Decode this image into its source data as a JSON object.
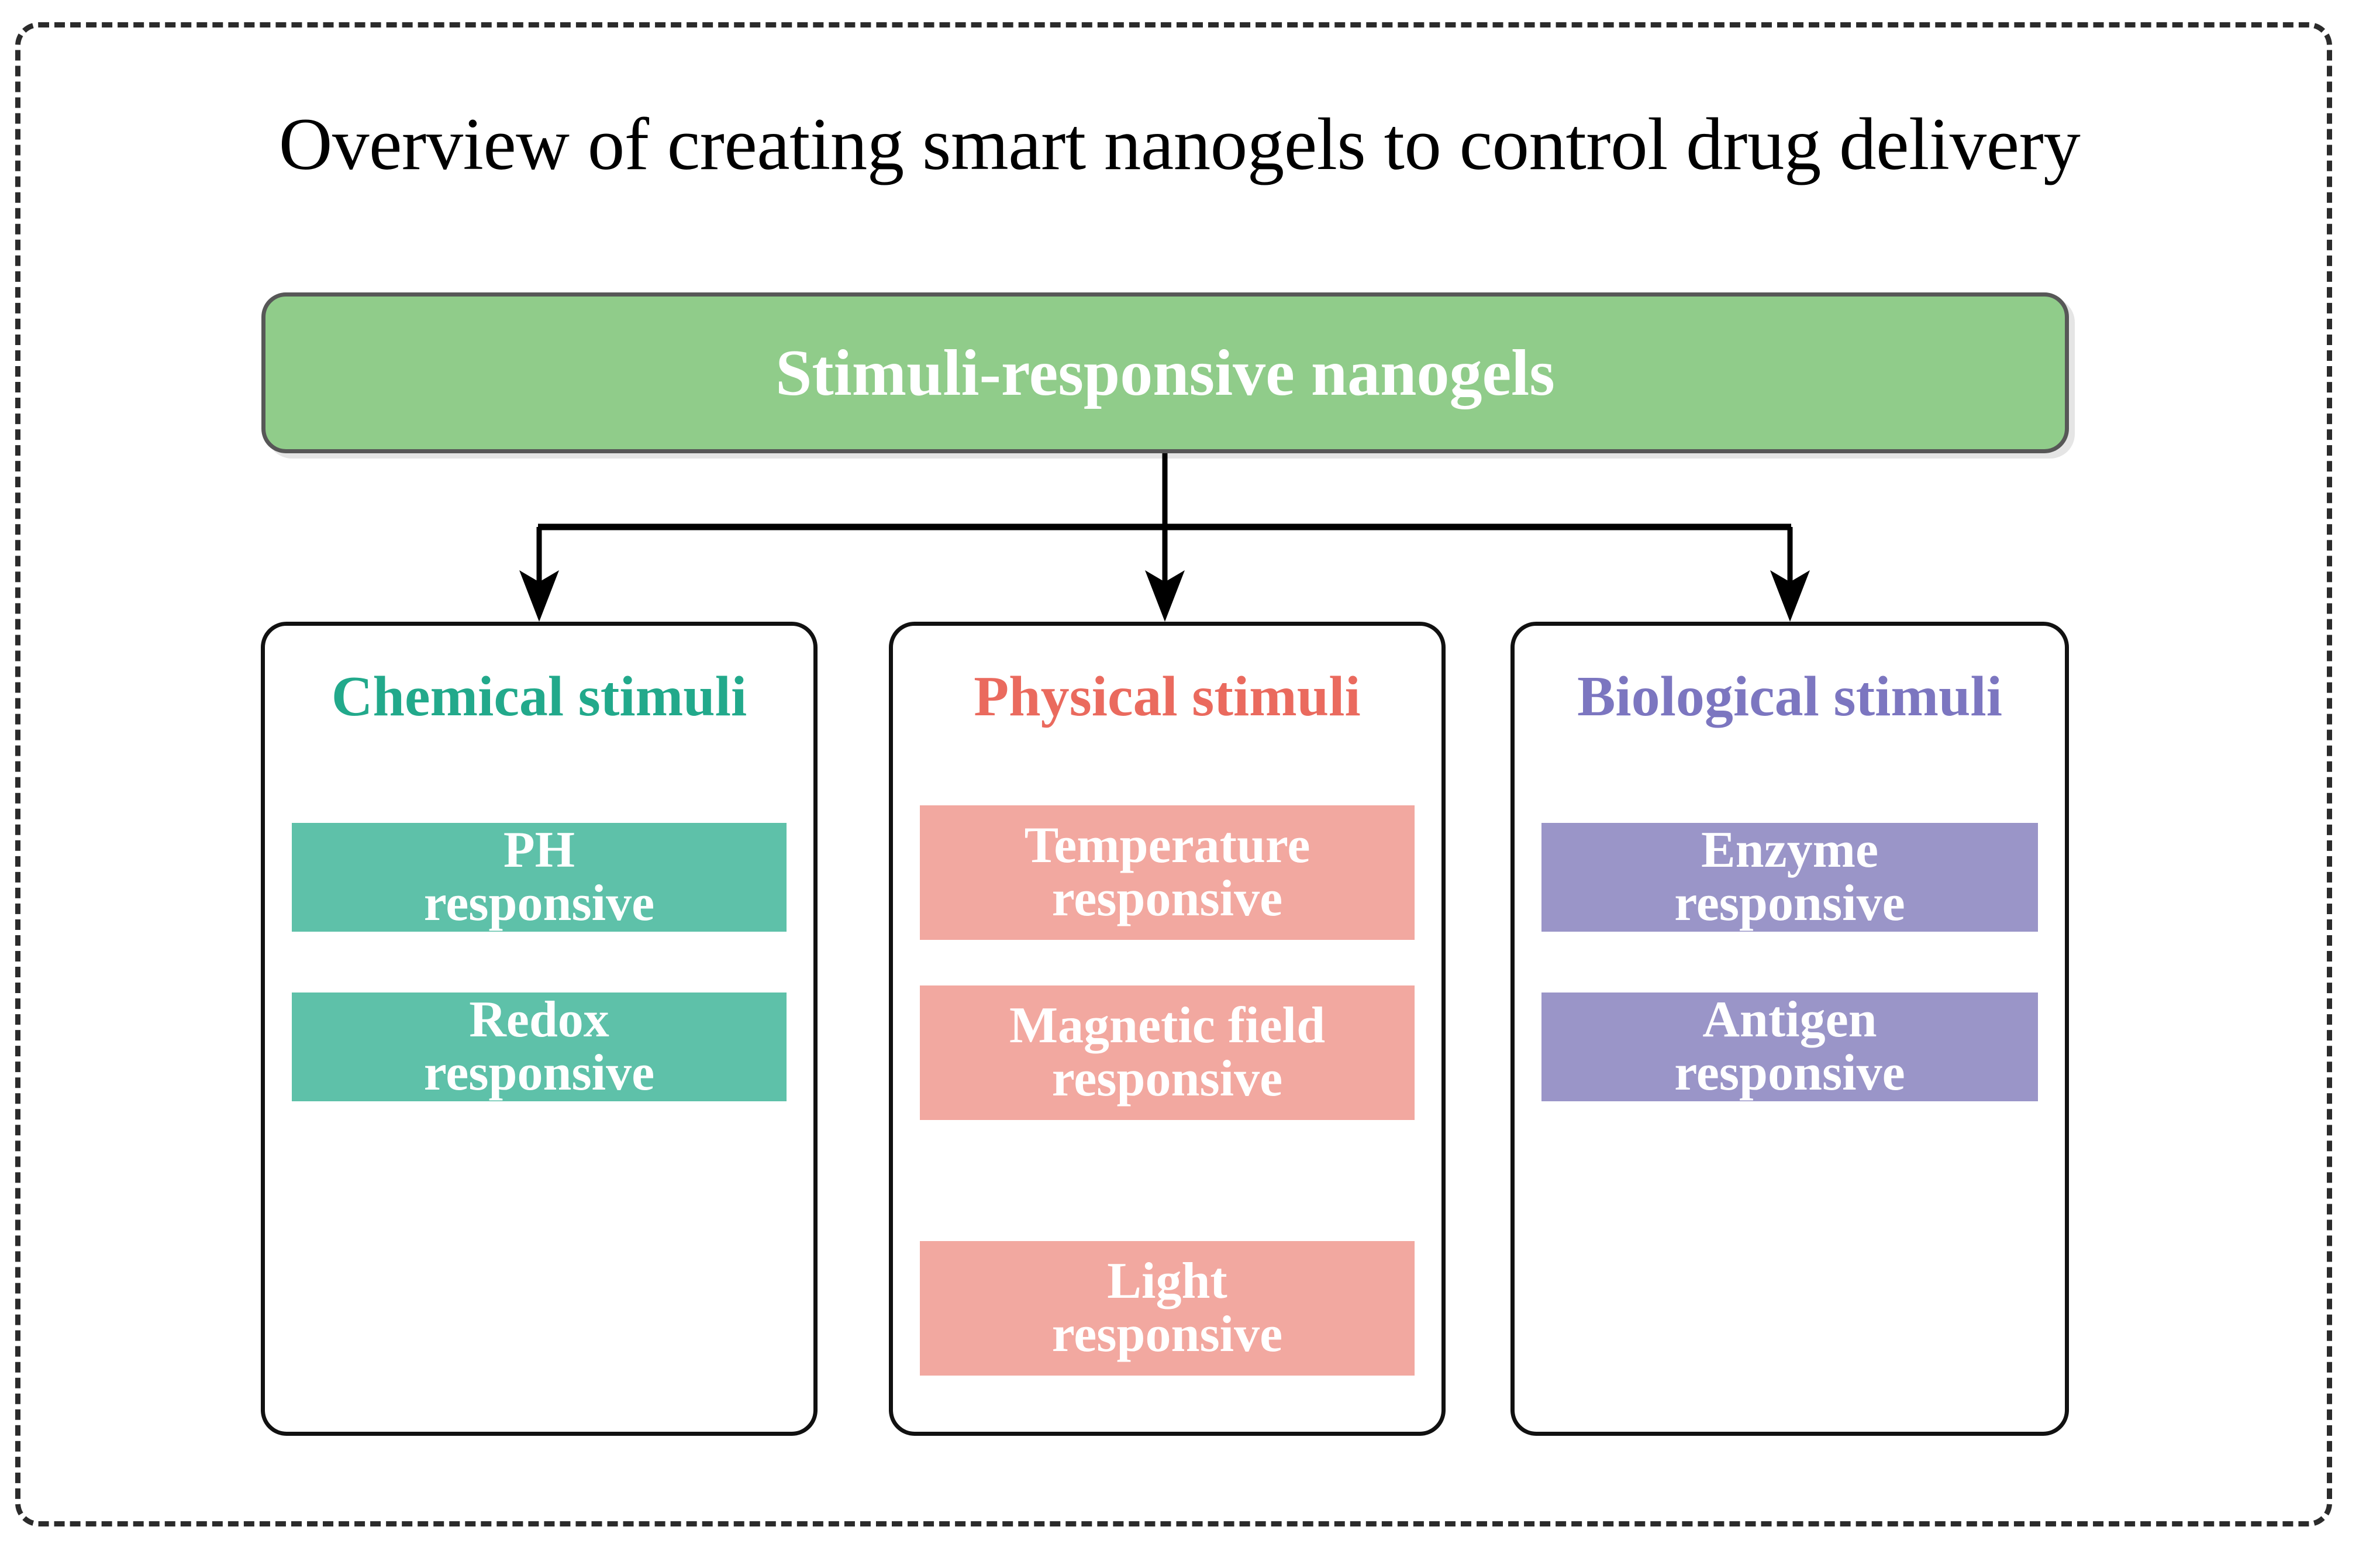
{
  "figure": {
    "title": "Overview of creating smart nanogels to control drug delivery",
    "frame_style": "dashed-rounded-rectangle",
    "frame_color": "#2b2b2b"
  },
  "root": {
    "label": "Stimuli-responsive nanogels",
    "fill_color": "#90cc8a",
    "border_color": "#575757",
    "text_color": "#ffffff"
  },
  "connectors": {
    "type": "orthogonal-tree",
    "arrow_count": 3,
    "line_color": "#000000"
  },
  "columns": [
    {
      "heading": "Chemical stimuli",
      "heading_color": "#22a98b",
      "chip_color": "#5ec1a9",
      "chips": [
        {
          "line1": "PH",
          "line2": "responsive"
        },
        {
          "line1": "Redox",
          "line2": "responsive"
        }
      ]
    },
    {
      "heading": "Physical stimuli",
      "heading_color": "#ea6a5e",
      "chip_color": "#f2a8a0",
      "chips": [
        {
          "line1": "Temperature",
          "line2": "responsive"
        },
        {
          "line1": "Magnetic field",
          "line2": "responsive"
        },
        {
          "line1": "Light",
          "line2": "responsive"
        }
      ]
    },
    {
      "heading": "Biological stimuli",
      "heading_color": "#7c76c0",
      "chip_color": "#9a95c8",
      "chips": [
        {
          "line1": "Enzyme",
          "line2": "responsive"
        },
        {
          "line1": "Antigen",
          "line2": "responsive"
        }
      ]
    }
  ]
}
